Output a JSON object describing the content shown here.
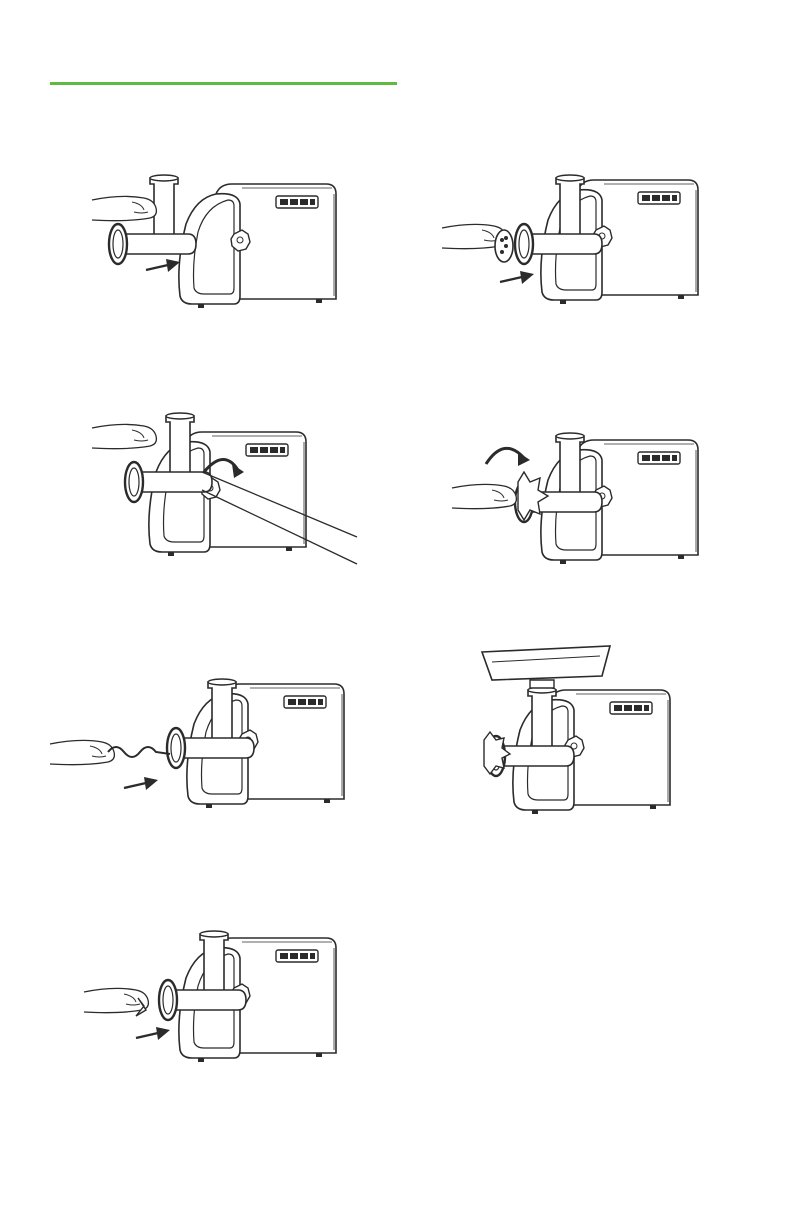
{
  "page": {
    "accent_color": "#5dbb3f",
    "line_color": "#2b2b2b",
    "figures": [
      {
        "id": "step-1",
        "icon": "grinder-head-insert-illustration"
      },
      {
        "id": "step-2",
        "icon": "hand-turn-lock-knob-illustration"
      },
      {
        "id": "step-3",
        "icon": "insert-auger-illustration"
      },
      {
        "id": "step-4",
        "icon": "insert-blade-illustration"
      },
      {
        "id": "step-5",
        "icon": "insert-plate-illustration"
      },
      {
        "id": "step-6",
        "icon": "tighten-ring-illustration"
      },
      {
        "id": "step-7",
        "icon": "attach-tray-illustration"
      }
    ]
  }
}
